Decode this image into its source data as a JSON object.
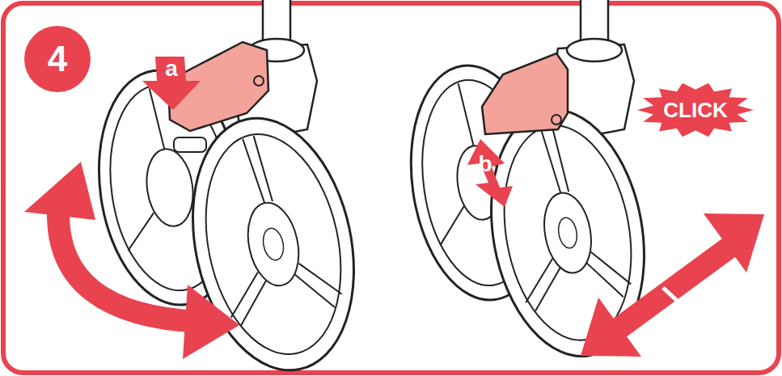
{
  "diagram": {
    "nodes": [
      {
        "text": [
          "4"
        ]
      },
      {
        "text": [
          "CLICK"
        ]
      }
    ],
    "labels": [
      "a",
      "b"
    ]
  }
}
